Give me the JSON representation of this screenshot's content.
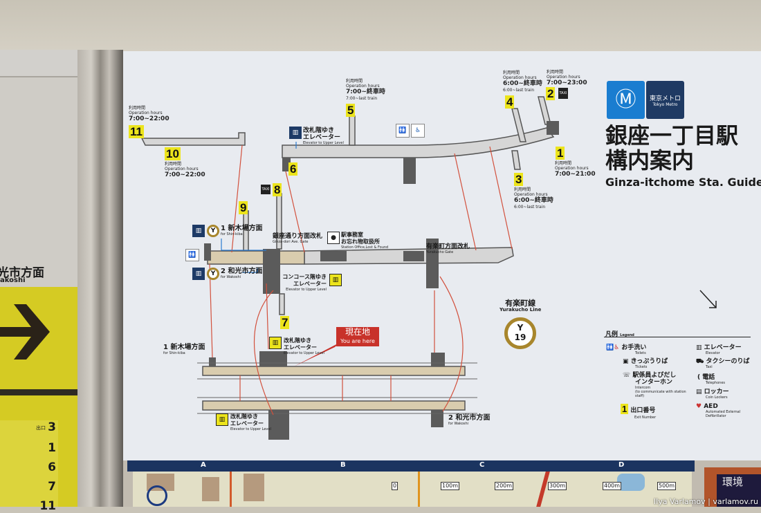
{
  "brand": {
    "logo_jp": "東京メトロ",
    "logo_en": "Tokyo Metro",
    "accent": "#1a7dd0"
  },
  "title": {
    "jp_line1": "銀座一丁目駅",
    "jp_line2": "構内案内",
    "en": "Ginza-itchome Sta. Guide"
  },
  "exits": [
    {
      "num": "11",
      "hours_jp": "利用時間",
      "hours_en": "Operation hours",
      "hours": "7:00~22:00"
    },
    {
      "num": "10",
      "hours_jp": "利用時間",
      "hours_en": "Operation hours",
      "hours": "7:00~22:00"
    },
    {
      "num": "5",
      "hours_jp": "利用時間",
      "hours_en": "Operation hours",
      "hours": "7:00~終車時",
      "hours_note": "7:00~last train"
    },
    {
      "num": "4",
      "hours_jp": "利用時間",
      "hours_en": "Operation hours",
      "hours": "6:00~終車時",
      "hours_note": "6:00~last train"
    },
    {
      "num": "2",
      "hours_jp": "利用時間",
      "hours_en": "Operation hours",
      "hours": "7:00~23:00"
    },
    {
      "num": "1",
      "hours_jp": "利用時間",
      "hours_en": "Operation hours",
      "hours": "7:00~21:00"
    },
    {
      "num": "3",
      "hours_jp": "利用時間",
      "hours_en": "Operation hours",
      "hours": "6:00~終車時",
      "hours_note": "6:00~last train"
    },
    {
      "num": "6"
    },
    {
      "num": "8"
    },
    {
      "num": "9"
    },
    {
      "num": "7"
    }
  ],
  "labels": {
    "elev_upper_jp": "改札階ゆき",
    "elev_upper_jp2": "エレベーター",
    "elev_upper_en": "Elevator to Upper Level",
    "concourse_elev_jp": "コンコース階ゆき",
    "concourse_elev_jp2": "エレベーター",
    "concourse_elev_en": "Elevator to Upper Level",
    "ginza_gate_jp": "銀座通り方面改札",
    "ginza_gate_en": "Ginza-dori Ave. Gate",
    "office_jp": "駅事務室",
    "office_jp2": "お忘れ物取扱所",
    "office_en": "Station Office,Lost & Found",
    "yurakucho_gate_jp": "有楽町方面改札",
    "yurakucho_gate_en": "Yurakucho Gate",
    "dir1_num": "1",
    "dir1_jp": "新木場方面",
    "dir1_en": "for Shin-kiba",
    "dir2_num": "2",
    "dir2_jp": "和光市方面",
    "dir2_en": "for Wakoshi",
    "line_jp": "有楽町線",
    "line_en": "Yurakucho Line",
    "line_code": "Y",
    "station_num": "19",
    "here_jp": "現在地",
    "here_en": "You are here",
    "taxi": "TAXI"
  },
  "legend": {
    "title_jp": "凡例",
    "title_en": "Legend",
    "items": [
      {
        "icon": "toilet-icon",
        "jp": "お手洗い",
        "en": "Toilets"
      },
      {
        "icon": "ticket-icon",
        "jp": "きっぷうりば",
        "en": "Tickets"
      },
      {
        "icon": "intercom-icon",
        "jp": "駅係員よびだし",
        "jp2": "インターホン",
        "en": "Intercom",
        "en2": "(to communicate with station staff)"
      },
      {
        "icon": "exit-number-icon",
        "symbol": "1",
        "jp": "出口番号",
        "en": "Exit Number"
      },
      {
        "icon": "elevator-icon",
        "jp": "エレベーター",
        "en": "Elevator"
      },
      {
        "icon": "taxi-icon",
        "jp": "タクシーのりば",
        "en": "Taxi"
      },
      {
        "icon": "telephone-icon",
        "jp": "電話",
        "en": "Telephones"
      },
      {
        "icon": "locker-icon",
        "jp": "ロッカー",
        "en": "Coin Lockers"
      },
      {
        "icon": "aed-icon",
        "jp": "AED",
        "en": "Automated External",
        "en2": "Defibrillator"
      }
    ]
  },
  "left_sign": {
    "dir_jp": "光市方面",
    "dir_en": "akoshi",
    "exit_label": "出口",
    "exits": [
      "3",
      "1",
      "6",
      "7",
      "11"
    ]
  },
  "area_map": {
    "columns": [
      "A",
      "B",
      "C",
      "D"
    ],
    "distances": [
      "0",
      "100m",
      "200m",
      "300m",
      "400m",
      "500m"
    ],
    "kanji": "環境"
  },
  "watermark": "Ilya Varlamov | varlamov.ru"
}
